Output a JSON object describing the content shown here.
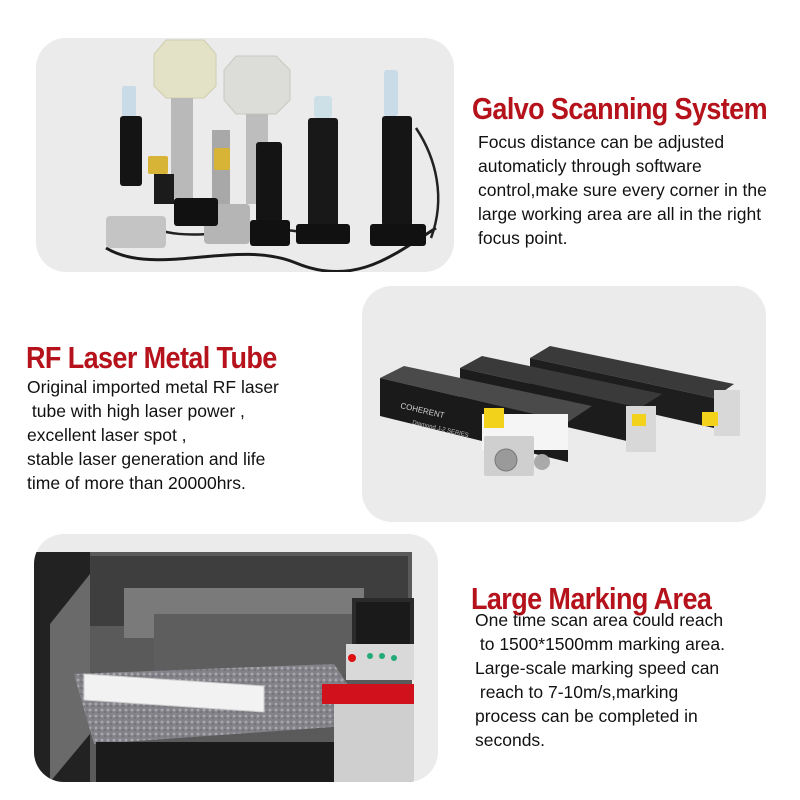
{
  "sections": [
    {
      "title": "Galvo Scanning System",
      "lines": [
        "Focus distance can be adjusted",
        "automaticly through software",
        "control,make sure every corner in the",
        "large working area are all in the right",
        "focus point."
      ]
    },
    {
      "title": "RF Laser Metal Tube",
      "lines": [
        "Original imported metal RF laser",
        " tube with high laser power ,",
        "excellent laser spot ,",
        "stable laser generation and life",
        "time of more than 20000hrs."
      ]
    },
    {
      "title": "Large Marking Area",
      "lines": [
        "One time scan area could reach",
        " to 1500*1500mm marking area.",
        "Large-scale marking speed can",
        " reach to 7-10m/s,marking",
        "process can be completed in",
        "seconds."
      ]
    }
  ],
  "tube_label": {
    "brand": "COHERENT",
    "series": "Diamond J-2 SERIES"
  },
  "colors": {
    "title": "#b5121b",
    "panel": "#ebebeb",
    "text": "#111111"
  }
}
